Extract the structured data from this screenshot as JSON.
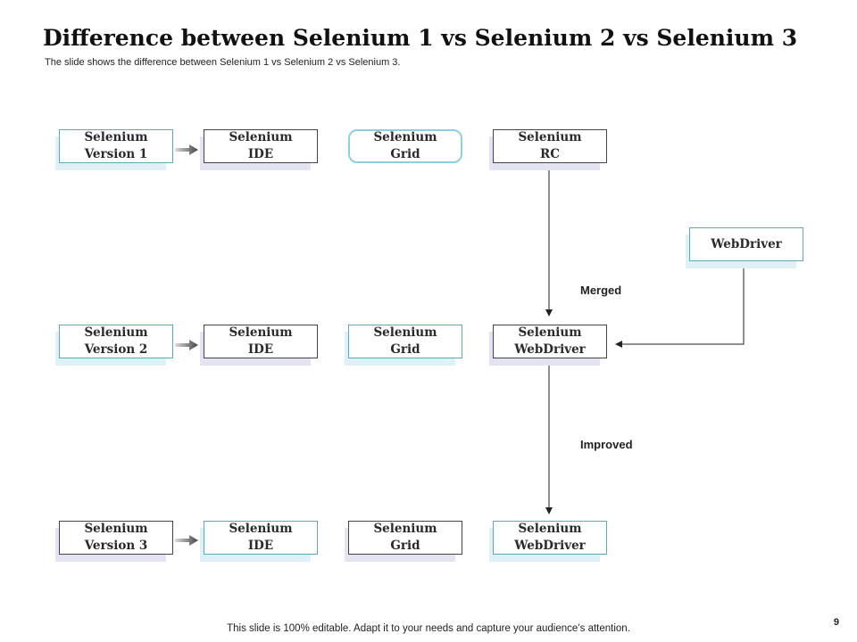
{
  "slide": {
    "title": "Difference between Selenium 1 vs Selenium 2 vs Selenium 3",
    "subtitle": "The slide shows the difference between Selenium 1 vs Selenium 2 vs Selenium 3.",
    "footer": "This slide is 100% editable. Adapt it to your needs and capture your audience’s attention.",
    "page_number": "9"
  },
  "rows": [
    {
      "version": {
        "line1": "Selenium",
        "line2": "Version 1"
      },
      "components": [
        {
          "line1": "Selenium",
          "line2": "IDE"
        },
        {
          "line1": "Selenium",
          "line2": "Grid"
        },
        {
          "line1": "Selenium",
          "line2": "RC"
        }
      ]
    },
    {
      "version": {
        "line1": "Selenium",
        "line2": "Version 2"
      },
      "components": [
        {
          "line1": "Selenium",
          "line2": "IDE"
        },
        {
          "line1": "Selenium",
          "line2": "Grid"
        },
        {
          "line1": "Selenium",
          "line2": "WebDriver"
        }
      ]
    },
    {
      "version": {
        "line1": "Selenium",
        "line2": "Version 3"
      },
      "components": [
        {
          "line1": "Selenium",
          "line2": "IDE"
        },
        {
          "line1": "Selenium",
          "line2": "Grid"
        },
        {
          "line1": "Selenium",
          "line2": "WebDriver"
        }
      ]
    }
  ],
  "webdriver": {
    "label": "WebDriver"
  },
  "edges": {
    "merged": "Merged",
    "improved": "Improved"
  },
  "icons": {
    "version_to_ide": "arrow-right-icon"
  },
  "colors": {
    "box_border": "#444444",
    "accent_border": "#5aa9bd",
    "shadow_blue": "#dff0f6",
    "shadow_lavender": "#e4e3f1"
  }
}
